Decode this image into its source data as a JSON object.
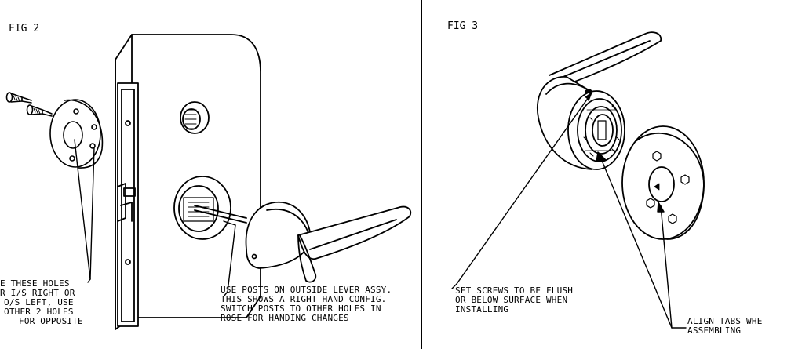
{
  "fig2": {
    "title": "FIG 2",
    "note_left": [
      "E THESE HOLES",
      "R I/S RIGHT OR",
      "O/S LEFT, USE",
      "OTHER 2 HOLES",
      "FOR OPPOSITE"
    ],
    "note_right": [
      "USE POSTS ON OUTSIDE LEVER ASSY.",
      "THIS SHOWS A RIGHT HAND CONFIG.",
      "SWITCH POSTS TO OTHER HOLES IN",
      "ROSE FOR HANDING CHANGES"
    ]
  },
  "fig3": {
    "title": "FIG 3",
    "note_left": [
      "SET SCREWS TO BE FLUSH",
      "OR BELOW SURFACE WHEN",
      "INSTALLING"
    ],
    "note_right": [
      "ALIGN TABS WHE",
      "ASSEMBLING"
    ]
  }
}
